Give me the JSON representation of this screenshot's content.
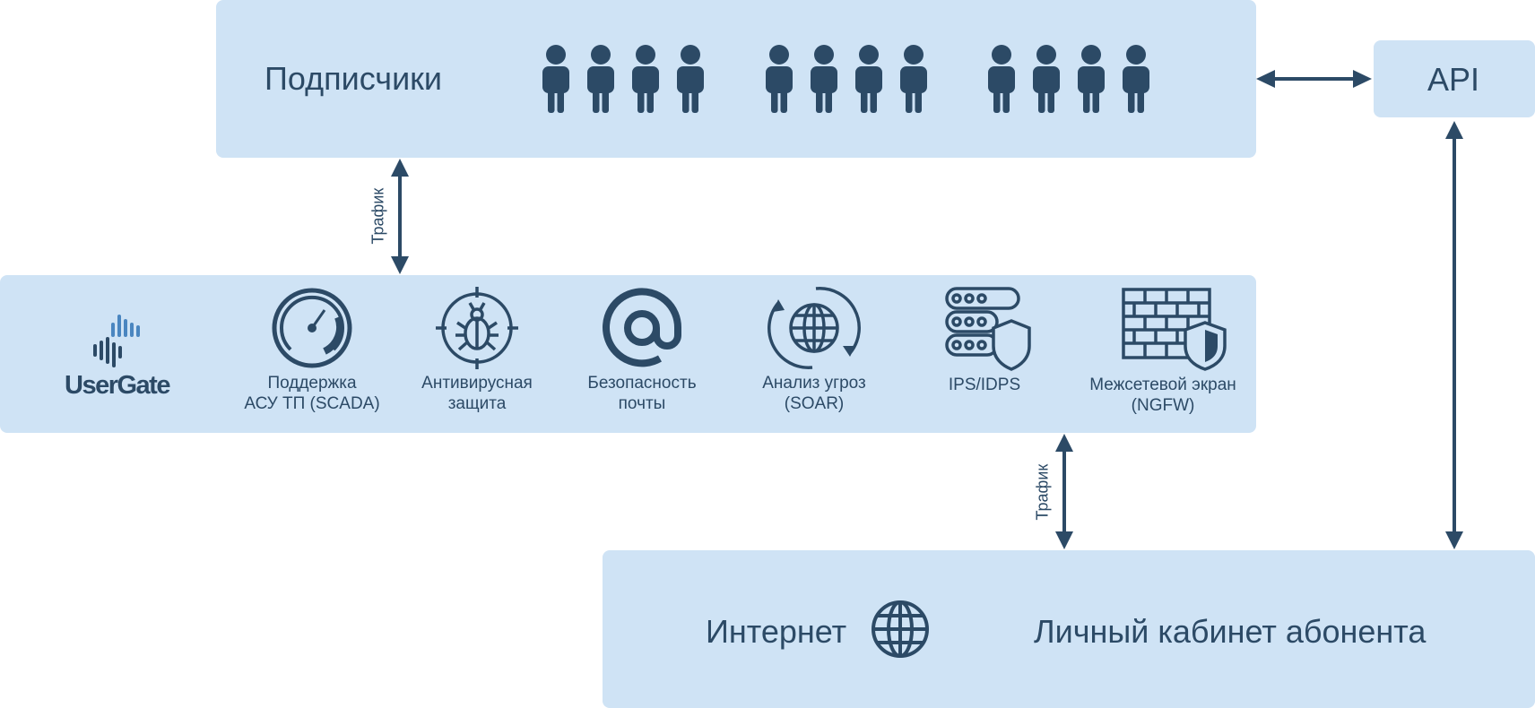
{
  "colors": {
    "panel": "#cfe3f5",
    "ink": "#2c4a66",
    "logo_accent": "#4a86c0"
  },
  "subscribers": {
    "label": "Подписчики",
    "icon": "person-icon"
  },
  "api": {
    "label": "API"
  },
  "traffic_label": "Трафик",
  "usergate": {
    "logo_text": "UserGate",
    "icon": "usergate-logo-icon"
  },
  "services": [
    {
      "line1": "Поддержка",
      "line2": "АСУ ТП (SCADA)",
      "icon": "gauge-icon"
    },
    {
      "line1": "Антивирусная",
      "line2": "защита",
      "icon": "bug-target-icon"
    },
    {
      "line1": "Безопасность",
      "line2": "почты",
      "icon": "at-sign-icon"
    },
    {
      "line1": "Анализ угроз",
      "line2": "(SOAR)",
      "icon": "globe-cycle-icon"
    },
    {
      "line1": "IPS/IDPS",
      "line2": "",
      "icon": "server-shield-icon"
    },
    {
      "line1": "Межсетевой экран",
      "line2": "(NGFW)",
      "icon": "firewall-icon"
    }
  ],
  "internet": {
    "label": "Интернет",
    "icon": "globe-icon"
  },
  "cabinet": {
    "label": "Личный кабинет абонента"
  }
}
